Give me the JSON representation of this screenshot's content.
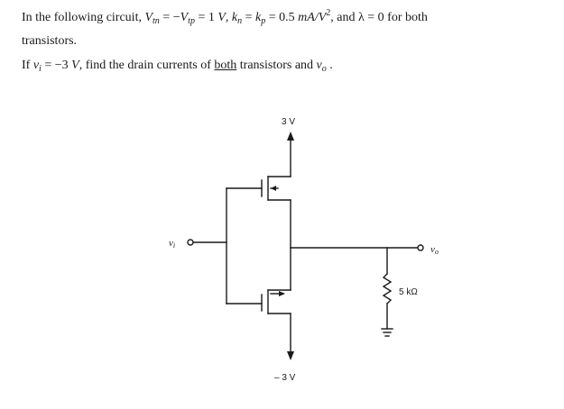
{
  "problem": {
    "intro": "In the following circuit,",
    "vtn": "V",
    "vtn_sub": "tn",
    "eq1": "= −",
    "vtp": "V",
    "vtp_sub": "tp",
    "eq2": "= 1",
    "v_unit": "V",
    "comma1": ",",
    "kn": "k",
    "kn_sub": "n",
    "eq3": "=",
    "kp": "k",
    "kp_sub": "p",
    "eq4": "= 0.5",
    "k_unit": "mA/V",
    "k_unit_sup": "2",
    "and_text": ", and",
    "lambda_text": "λ = 0 for both",
    "line2": "transistors.",
    "if_text": "If",
    "vi": "v",
    "vi_sub": "i",
    "eq5": "= −3",
    "v_unit2": "V",
    "find_text": ", find the drain currents of",
    "both": "both",
    "tail": "transistors and",
    "vo": "v",
    "vo_sub": "o",
    "end": "."
  },
  "circuit": {
    "vdd_label": "3 V",
    "vss_label": "– 3 V",
    "input_label": "v",
    "input_sub": "i",
    "output_label": "v",
    "output_sub": "o",
    "resistor_label": "5 kΩ"
  },
  "colors": {
    "wire": "#1a1a1a",
    "text": "#1a1a1a"
  }
}
